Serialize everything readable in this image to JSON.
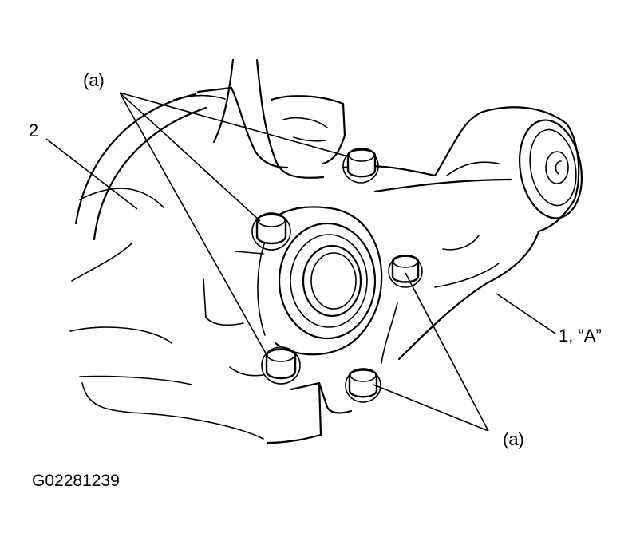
{
  "labels": {
    "bolts_top": "(a)",
    "bolts_bottom": "(a)",
    "part_2": "2",
    "part_1": "1, “A”",
    "figure_code": "G02281239"
  },
  "icons": [
    "wheel-hub-bolt-icon"
  ]
}
